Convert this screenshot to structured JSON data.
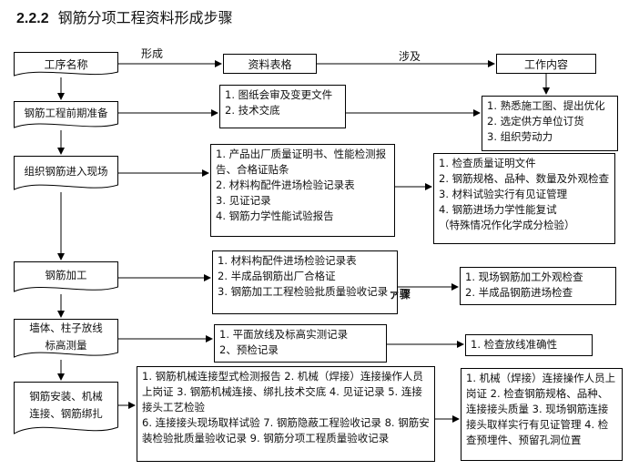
{
  "title": {
    "number": "2.2.2",
    "text": "钢筋分项工程资料形成步骤"
  },
  "header": {
    "step_name": "工序名称",
    "form_label": "形成",
    "table_header": "资料表格",
    "involve_label": "涉及",
    "work_header": "工作内容"
  },
  "steps": [
    "钢筋工程前期准备",
    "组织钢筋进入现场",
    "钢筋加工",
    "墙体、柱子放线\n标高测量",
    "钢筋安装、机械\n连接、钢筋绑扎"
  ],
  "tables": [
    "1. 图纸会审及变更文件\n2. 技术交底",
    "1. 产品出厂质量证明书、性能检测报告、合格证贴条\n2. 材料构配件进场检验记录表\n3. 见证记录\n4. 钢筋力学性能试验报告",
    "1. 材料构配件进场检验记录表\n2. 半成品钢筋出厂合格证\n3. 钢筋加工工程检验批质量验收记录",
    "1. 平面放线及标高实测记录\n2、预检记录",
    "1. 钢筋机械连接型式检测报告 2. 机械（焊接）连接操作人员上岗证 3. 钢筋机械连接、绑扎技术交底 4. 见证记录 5. 连接接头工艺检验\n6. 连接接头现场取样试验 7. 钢筋隐蔽工程验收记录 8. 钢筋安装检验批质量验收记录 9. 钢筋分项工程质量验收记录"
  ],
  "work": [
    "1. 熟悉施工图、提出优化\n2. 选定供方单位订货\n3. 组织劳动力",
    "1. 检查质量证明文件\n2. 钢筋规格、品种、数量及外观检查\n3. 材料试验实行有见证管理\n4. 钢筋进场力学性能复试\n（特殊情况作化学成分检验）",
    "1. 现场钢筋加工外观检查\n2. 半成品钢筋进场检查",
    "1. 检查放线准确性",
    "1. 机械（焊接）连接操作人员上岗证 2. 检查钢筋规格、品种、连接接头质量 3. 现场钢筋连接接头取样实行有见证管理 4. 检查预埋件、预留孔洞位置"
  ],
  "stray_text": "ァ骤"
}
